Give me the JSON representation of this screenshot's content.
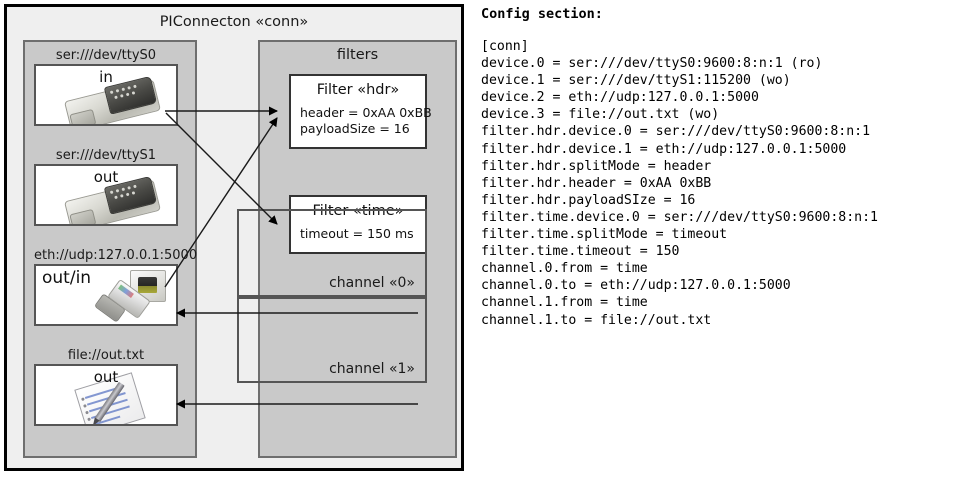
{
  "diagram": {
    "title": "PIConnecton «conn»",
    "devices_panel": {
      "name": "devices",
      "items": [
        {
          "label": "ser:///dev/ttyS0",
          "direction": "in",
          "icon": "serial-port-icon"
        },
        {
          "label": "ser:///dev/ttyS1",
          "direction": "out",
          "icon": "serial-port-icon"
        },
        {
          "label": "eth://udp:127.0.0.1:5000",
          "direction": "out/in",
          "icon": "ethernet-icon"
        },
        {
          "label": "file://out.txt",
          "direction": "out",
          "icon": "file-document-icon"
        }
      ]
    },
    "filters_panel": {
      "title": "filters",
      "filters": [
        {
          "title": "Filter «hdr»",
          "props": [
            "header = 0xAA 0xBB",
            "payloadSize = 16"
          ]
        },
        {
          "title": "Filter «time»",
          "props": [
            "timeout = 150 ms"
          ]
        }
      ],
      "channels": [
        {
          "label": "channel «0»"
        },
        {
          "label": "channel «1»"
        }
      ]
    }
  },
  "config": {
    "heading": "Config section:",
    "lines": [
      "[conn]",
      "device.0 = ser:///dev/ttyS0:9600:8:n:1 (ro)",
      "device.1 = ser:///dev/ttyS1:115200 (wo)",
      "device.2 = eth://udp:127.0.0.1:5000",
      "device.3 = file://out.txt (wo)",
      "filter.hdr.device.0 = ser:///dev/ttyS0:9600:8:n:1",
      "filter.hdr.device.1 = eth://udp:127.0.0.1:5000",
      "filter.hdr.splitMode = header",
      "filter.hdr.header = 0xAA 0xBB",
      "filter.hdr.payloadSIze = 16",
      "filter.time.device.0 = ser:///dev/ttyS0:9600:8:n:1",
      "filter.time.splitMode = timeout",
      "filter.time.timeout = 150",
      "channel.0.from = time",
      "channel.0.to = eth://udp:127.0.0.1:5000",
      "channel.1.from = time",
      "channel.1.to = file://out.txt"
    ]
  },
  "colors": {
    "frame_bg": "#efefef",
    "panel_bg": "#c9c9c9",
    "box_bg": "#ffffff",
    "border_dark": "#000000",
    "border_mid": "#555555"
  }
}
